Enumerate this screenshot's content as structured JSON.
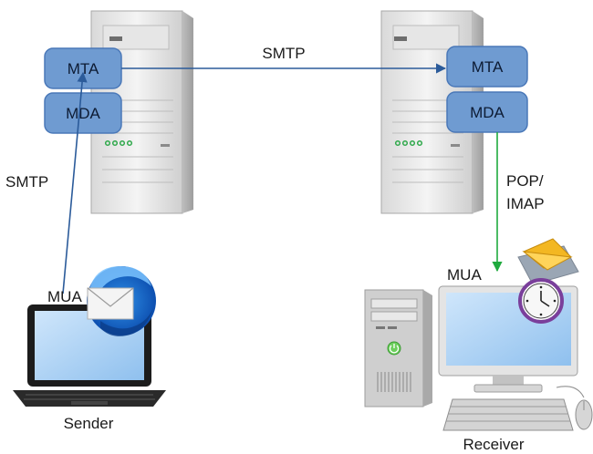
{
  "diagram": {
    "sender_server": {
      "mta_label": "MTA",
      "mda_label": "MDA"
    },
    "receiver_server": {
      "mta_label": "MTA",
      "mda_label": "MDA"
    },
    "smtp_top_label": "SMTP",
    "smtp_left_label": "SMTP",
    "pop_imap_label_line1": "POP/",
    "pop_imap_label_line2": "IMAP",
    "sender_mua_label": "MUA",
    "receiver_mua_label": "MUA",
    "sender_caption": "Sender",
    "receiver_caption": "Receiver"
  },
  "colors": {
    "agent_box_fill": "#6f9bd1",
    "agent_box_stroke": "#4a78b8",
    "smtp_arrow": "#2b5b9a",
    "pop_imap_arrow": "#1faa3e"
  },
  "icons": [
    "server-tower-icon",
    "laptop-icon",
    "thunderbird-mail-client-icon",
    "desktop-computer-icon",
    "mail-clock-icon"
  ]
}
